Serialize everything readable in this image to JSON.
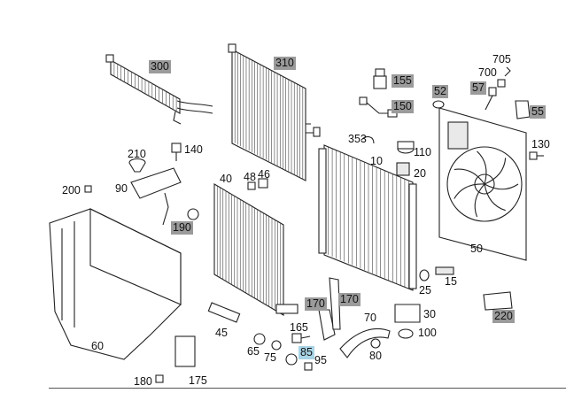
{
  "callouts": [
    {
      "id": "300",
      "label": "300",
      "highlight": "gray"
    },
    {
      "id": "310",
      "label": "310",
      "highlight": "gray"
    },
    {
      "id": "155",
      "label": "155",
      "highlight": "gray"
    },
    {
      "id": "150",
      "label": "150",
      "highlight": "gray"
    },
    {
      "id": "52",
      "label": "52",
      "highlight": "gray"
    },
    {
      "id": "57",
      "label": "57",
      "highlight": "gray"
    },
    {
      "id": "55",
      "label": "55",
      "highlight": "gray"
    },
    {
      "id": "705",
      "label": "705",
      "highlight": "none"
    },
    {
      "id": "700",
      "label": "700",
      "highlight": "none"
    },
    {
      "id": "130",
      "label": "130",
      "highlight": "none"
    },
    {
      "id": "210",
      "label": "210",
      "highlight": "none"
    },
    {
      "id": "140",
      "label": "140",
      "highlight": "none"
    },
    {
      "id": "200",
      "label": "200",
      "highlight": "none"
    },
    {
      "id": "90",
      "label": "90",
      "highlight": "none"
    },
    {
      "id": "190",
      "label": "190",
      "highlight": "gray"
    },
    {
      "id": "60",
      "label": "60",
      "highlight": "none"
    },
    {
      "id": "40",
      "label": "40",
      "highlight": "none"
    },
    {
      "id": "48",
      "label": "48",
      "highlight": "none"
    },
    {
      "id": "46",
      "label": "46",
      "highlight": "none"
    },
    {
      "id": "353",
      "label": "353",
      "highlight": "none"
    },
    {
      "id": "110",
      "label": "110",
      "highlight": "none"
    },
    {
      "id": "10",
      "label": "10",
      "highlight": "none"
    },
    {
      "id": "20",
      "label": "20",
      "highlight": "none"
    },
    {
      "id": "50",
      "label": "50",
      "highlight": "none"
    },
    {
      "id": "25",
      "label": "25",
      "highlight": "none"
    },
    {
      "id": "15",
      "label": "15",
      "highlight": "none"
    },
    {
      "id": "220",
      "label": "220",
      "highlight": "gray"
    },
    {
      "id": "170a",
      "label": "170",
      "highlight": "gray"
    },
    {
      "id": "170b",
      "label": "170",
      "highlight": "gray"
    },
    {
      "id": "70",
      "label": "70",
      "highlight": "none"
    },
    {
      "id": "30",
      "label": "30",
      "highlight": "none"
    },
    {
      "id": "100",
      "label": "100",
      "highlight": "none"
    },
    {
      "id": "80",
      "label": "80",
      "highlight": "none"
    },
    {
      "id": "165",
      "label": "165",
      "highlight": "none"
    },
    {
      "id": "85",
      "label": "85",
      "highlight": "blue"
    },
    {
      "id": "95",
      "label": "95",
      "highlight": "none"
    },
    {
      "id": "45",
      "label": "45",
      "highlight": "none"
    },
    {
      "id": "65",
      "label": "65",
      "highlight": "none"
    },
    {
      "id": "75",
      "label": "75",
      "highlight": "none"
    },
    {
      "id": "180",
      "label": "180",
      "highlight": "none"
    },
    {
      "id": "175",
      "label": "175",
      "highlight": "none"
    }
  ],
  "colors": {
    "highlight_gray": "#9b9b9b",
    "highlight_blue": "#a9d4e6",
    "line": "#222222"
  }
}
